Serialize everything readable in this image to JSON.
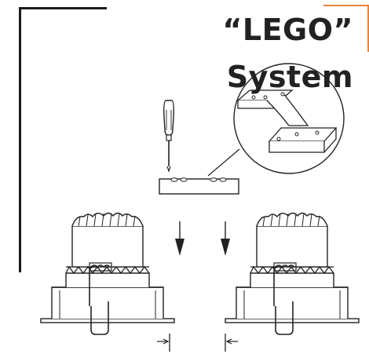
{
  "title": "“LEGO” System",
  "colors": {
    "ink": "#222222",
    "accent": "#e8843a",
    "fill": "#ffffff"
  },
  "components": {
    "tool": "screwdriver-icon",
    "connector": "connector-bracket",
    "lights": [
      "downlight-left",
      "downlight-right"
    ]
  }
}
